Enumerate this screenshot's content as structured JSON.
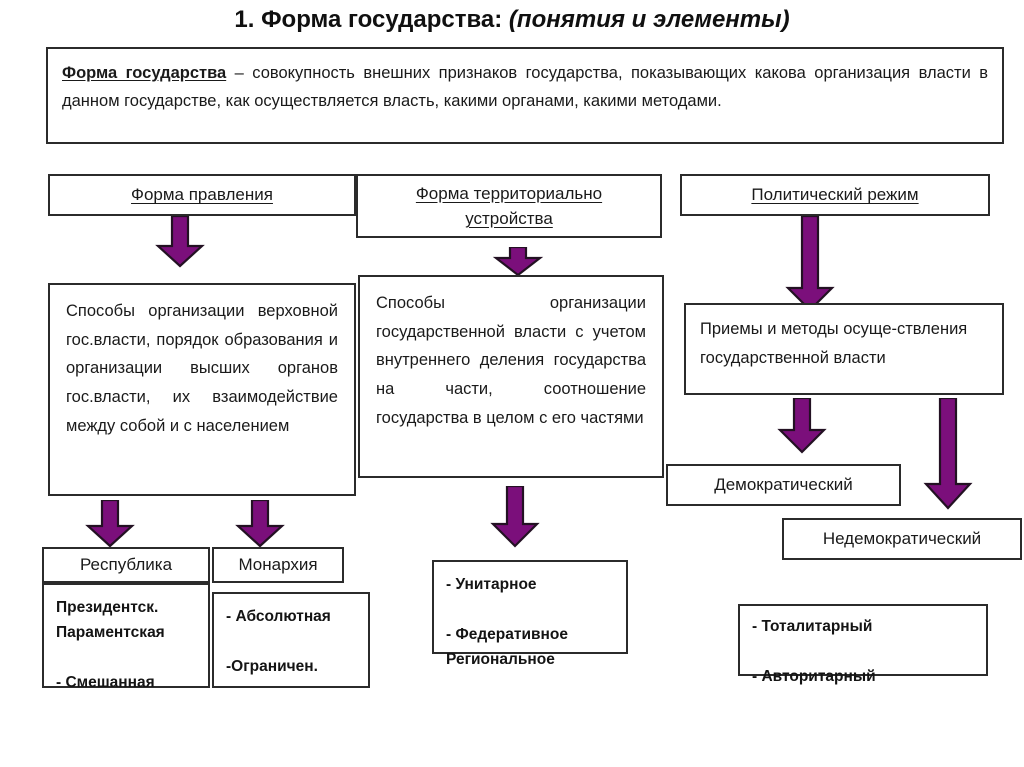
{
  "page": {
    "title_number": "1.",
    "title_main": "Форма государства:",
    "title_paren": "(понятия и элементы)",
    "accent_color": "#7B0F7B",
    "border_color": "#2b2b2b"
  },
  "definition": {
    "term": "Форма государства",
    "body": " – совокупность внешних признаков государства, показывающих какова организация власти в данном государстве, как осуществляется власть, какими органами, какими методами."
  },
  "columns": [
    {
      "header": "Форма правления",
      "description": "Способы организации верховной гос.власти, порядок образования и организации высших органов гос.власти, их взаимодействие между собой и  с населением",
      "results": [
        {
          "title": "Республика",
          "items": "Президентск.\nПараментская\n\n- Смешанная"
        },
        {
          "title": "Монархия",
          "items": "- Абсолютная\n\n-Ограничен."
        }
      ]
    },
    {
      "header_line1": "Форма территориально",
      "header_line2": "устройства",
      "description": "Способы организации государственной власти с учетом внутреннего деления государства на части, соотношение государства в целом с его частями",
      "results": [
        {
          "items": "- Унитарное\n\n- Федеративное\nРегиональное"
        }
      ]
    },
    {
      "header": "Политический режим",
      "description": "Приемы и методы осуще-ствления государственной власти",
      "regimes": [
        {
          "label": "Демократический"
        },
        {
          "label": "Недемократический"
        }
      ],
      "results": [
        {
          "items": "- Тоталитарный\n\n- Авторитарный"
        }
      ]
    }
  ]
}
